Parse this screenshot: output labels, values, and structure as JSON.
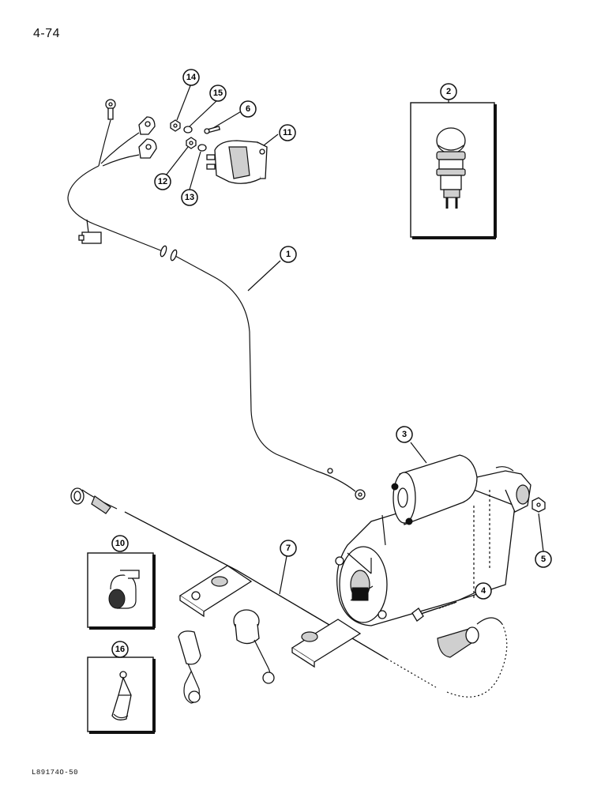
{
  "page_number": "4-74",
  "figure_code": "L89174O-50",
  "callouts": [
    {
      "id": "c1",
      "label": "1"
    },
    {
      "id": "c2",
      "label": "2"
    },
    {
      "id": "c3",
      "label": "3"
    },
    {
      "id": "c4",
      "label": "4"
    },
    {
      "id": "c5",
      "label": "5"
    },
    {
      "id": "c6",
      "label": "6"
    },
    {
      "id": "c7",
      "label": "7"
    },
    {
      "id": "c10",
      "label": "10"
    },
    {
      "id": "c11",
      "label": "11"
    },
    {
      "id": "c12",
      "label": "12"
    },
    {
      "id": "c13",
      "label": "13"
    },
    {
      "id": "c14",
      "label": "14"
    },
    {
      "id": "c15",
      "label": "15"
    },
    {
      "id": "c16",
      "label": "16"
    }
  ]
}
